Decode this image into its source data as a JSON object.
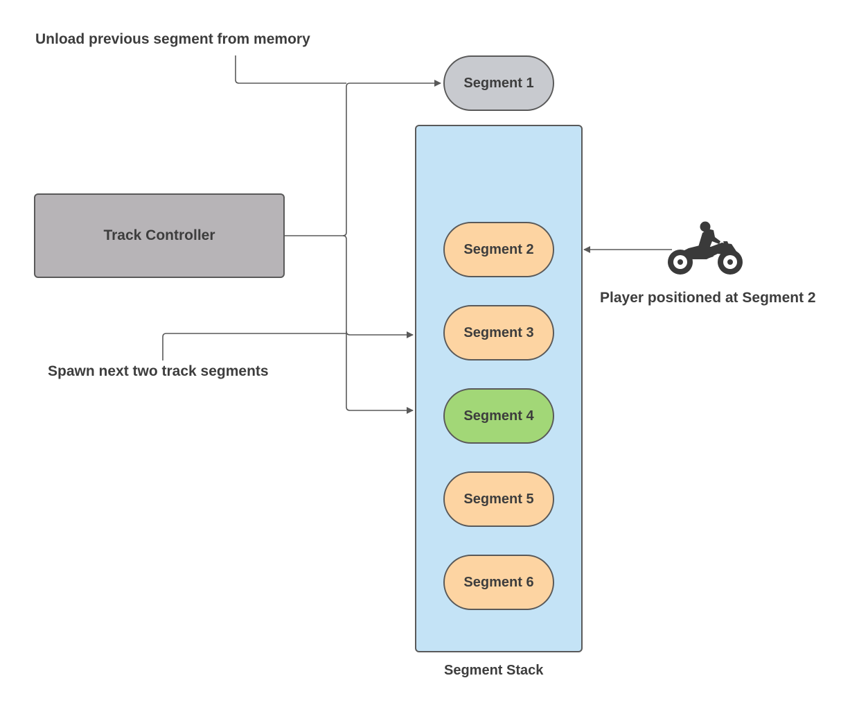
{
  "controller": {
    "label": "Track Controller"
  },
  "stack": {
    "caption": "Segment Stack"
  },
  "segments": {
    "s1": "Segment 1",
    "s2": "Segment 2",
    "s3": "Segment 3",
    "s4": "Segment 4",
    "s5": "Segment 5",
    "s6": "Segment 6"
  },
  "annotations": {
    "unload": "Unload previous segment from memory",
    "spawn": "Spawn next two track segments",
    "player": "Player positioned at Segment 2"
  },
  "colors": {
    "unloaded_segment": "#c8cacf",
    "pending_segment": "#fdd4a2",
    "active_segment": "#a2d777",
    "stack_background": "#c4e3f6",
    "controller_background": "#b7b4b7",
    "line": "#595959"
  },
  "icons": {
    "player": "motorcycle-rider-icon"
  }
}
